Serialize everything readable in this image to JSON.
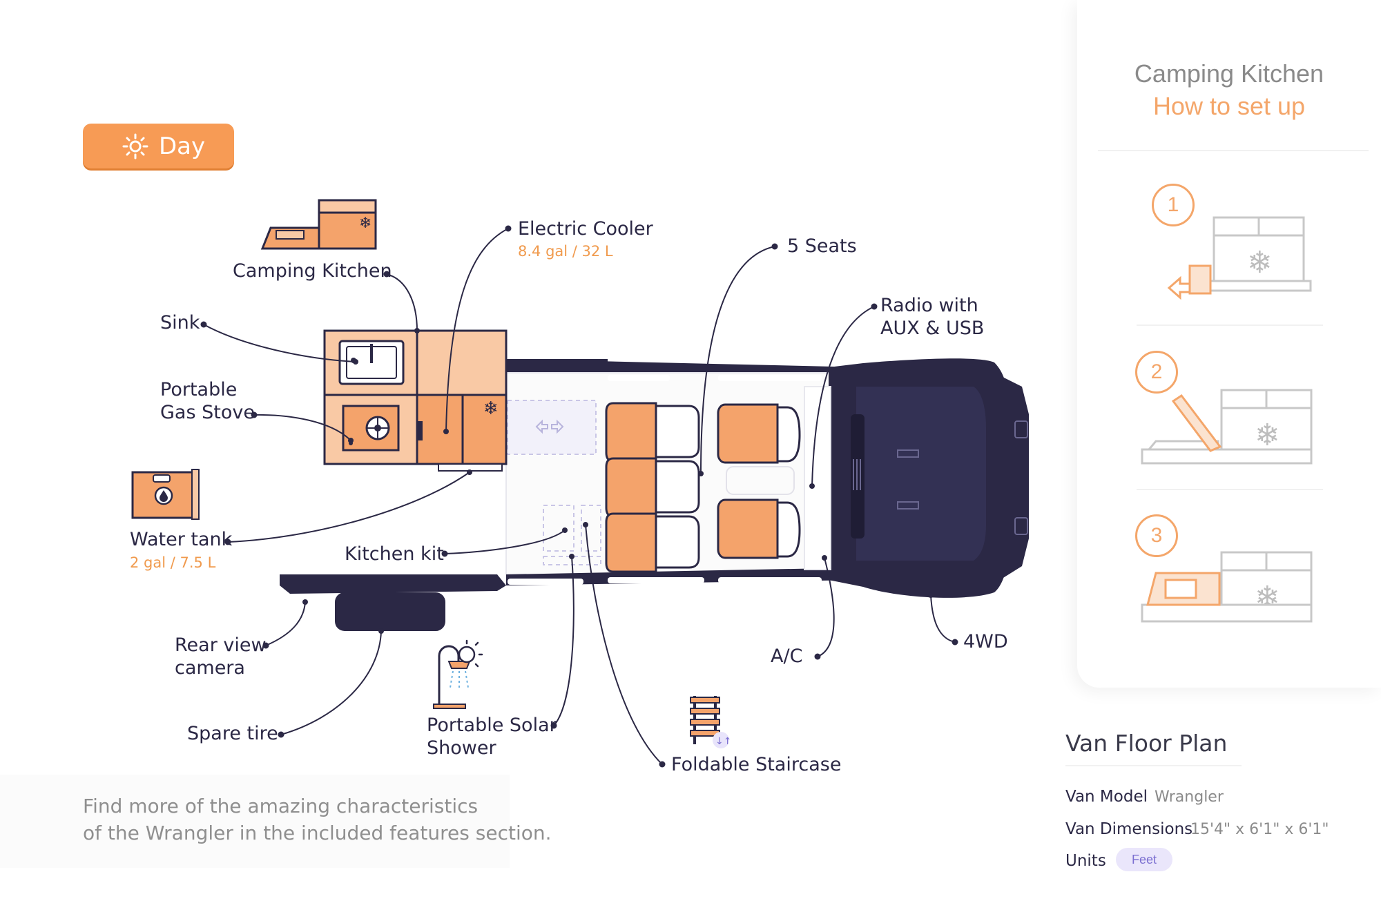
{
  "toggle": {
    "label": "Day",
    "icon": "sun-icon"
  },
  "callouts": {
    "camping_kitchen": "Camping Kitchen",
    "sink": "Sink",
    "gas_stove_line1": "Portable",
    "gas_stove_line2": "Gas Stove",
    "water_tank": "Water tank",
    "water_tank_capacity": "2 gal / 7.5 L",
    "electric_cooler": "Electric Cooler",
    "electric_cooler_capacity": "8.4 gal / 32 L",
    "kitchen_kit": "Kitchen kit",
    "seats": "5 Seats",
    "radio_line1": "Radio with",
    "radio_line2": "AUX & USB",
    "rear_camera_line1": "Rear view",
    "rear_camera_line2": "camera",
    "spare_tire": "Spare tire",
    "solar_shower_line1": "Portable Solar",
    "solar_shower_line2": "Shower",
    "staircase": "Foldable Staircase",
    "ac": "A/C",
    "four_wd": "4WD"
  },
  "info": {
    "line1": "Find more of the amazing characteristics",
    "line2": "of the Wrangler in the included features section."
  },
  "panel": {
    "title": "Camping Kitchen",
    "subtitle": "How to set up",
    "steps": [
      {
        "number": "1"
      },
      {
        "number": "2"
      },
      {
        "number": "3"
      }
    ]
  },
  "floor_plan": {
    "title": "Van Floor Plan",
    "model_label": "Van Model",
    "model_value": "Wrangler",
    "dimensions_label": "Van Dimensions",
    "dimensions_value": "15'4\" x 6'1\" x 6'1\"",
    "units_label": "Units",
    "units_value": "Feet"
  },
  "colors": {
    "accent": "#f79b55",
    "peach": "#f9c9a5",
    "orange": "#f4a36b",
    "navy": "#2b2845",
    "pill_bg": "#eae6fb",
    "pill_text": "#7b6fd1"
  }
}
